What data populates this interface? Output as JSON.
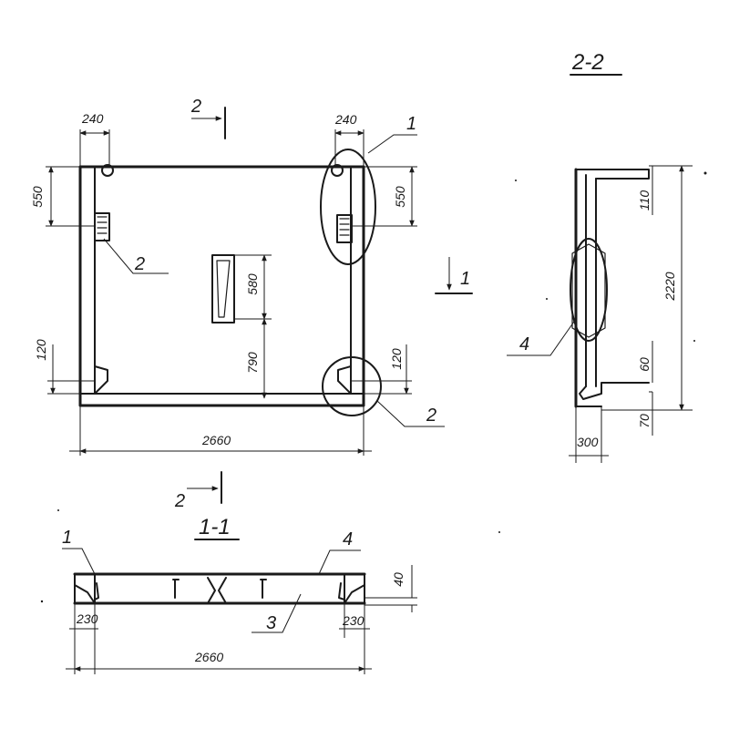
{
  "plan": {
    "dims": {
      "top_left_240": "240",
      "top_right_240": "240",
      "left_550": "550",
      "right_550": "550",
      "center_580": "580",
      "center_790": "790",
      "left_120": "120",
      "right_120": "120",
      "bottom_2660": "2660"
    },
    "callouts": {
      "c1": "1",
      "c2_left": "2",
      "c2_right": "2"
    },
    "section_marks": {
      "top": "2",
      "right": "1",
      "bottom": "2"
    }
  },
  "section_2_2": {
    "title": "2-2",
    "dims": {
      "d110": "110",
      "d2220": "2220",
      "d60": "60",
      "d70": "70",
      "d300": "300"
    },
    "callouts": {
      "c4": "4"
    }
  },
  "section_1_1": {
    "title": "1-1",
    "dims": {
      "d40": "40",
      "d230_left": "230",
      "d230_right": "230",
      "d2660": "2660"
    },
    "callouts": {
      "c1": "1",
      "c3": "3",
      "c4": "4"
    }
  }
}
